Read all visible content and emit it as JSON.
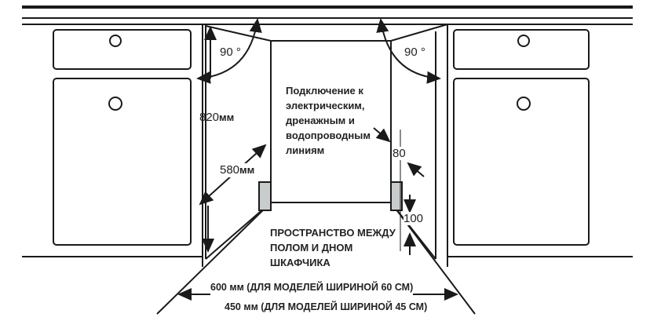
{
  "labels": {
    "angle_left": "90 °",
    "angle_right": "90 °",
    "height": "820",
    "height_unit": "мм",
    "depth": "580",
    "depth_unit": "мм",
    "gap_top": "80",
    "gap_bottom": "100",
    "connection": [
      "Подключение к",
      "электрическим,",
      "дренажным и",
      "водопроводным",
      "линиям"
    ],
    "floor_space": [
      "ПРОСТРАНСТВО МЕЖДУ",
      "ПОЛОМ И ДНОМ",
      "ШКАФЧИКА"
    ],
    "width_60": "600 мм (ДЛЯ МОДЕЛЕЙ ШИРИНОЙ 60 СМ)",
    "width_45": "450 мм (ДЛЯ МОДЕЛЕЙ ШИРИНОЙ 45 СМ)"
  },
  "colors": {
    "line": "#1a1a1a",
    "socket": "#c8cccc"
  }
}
